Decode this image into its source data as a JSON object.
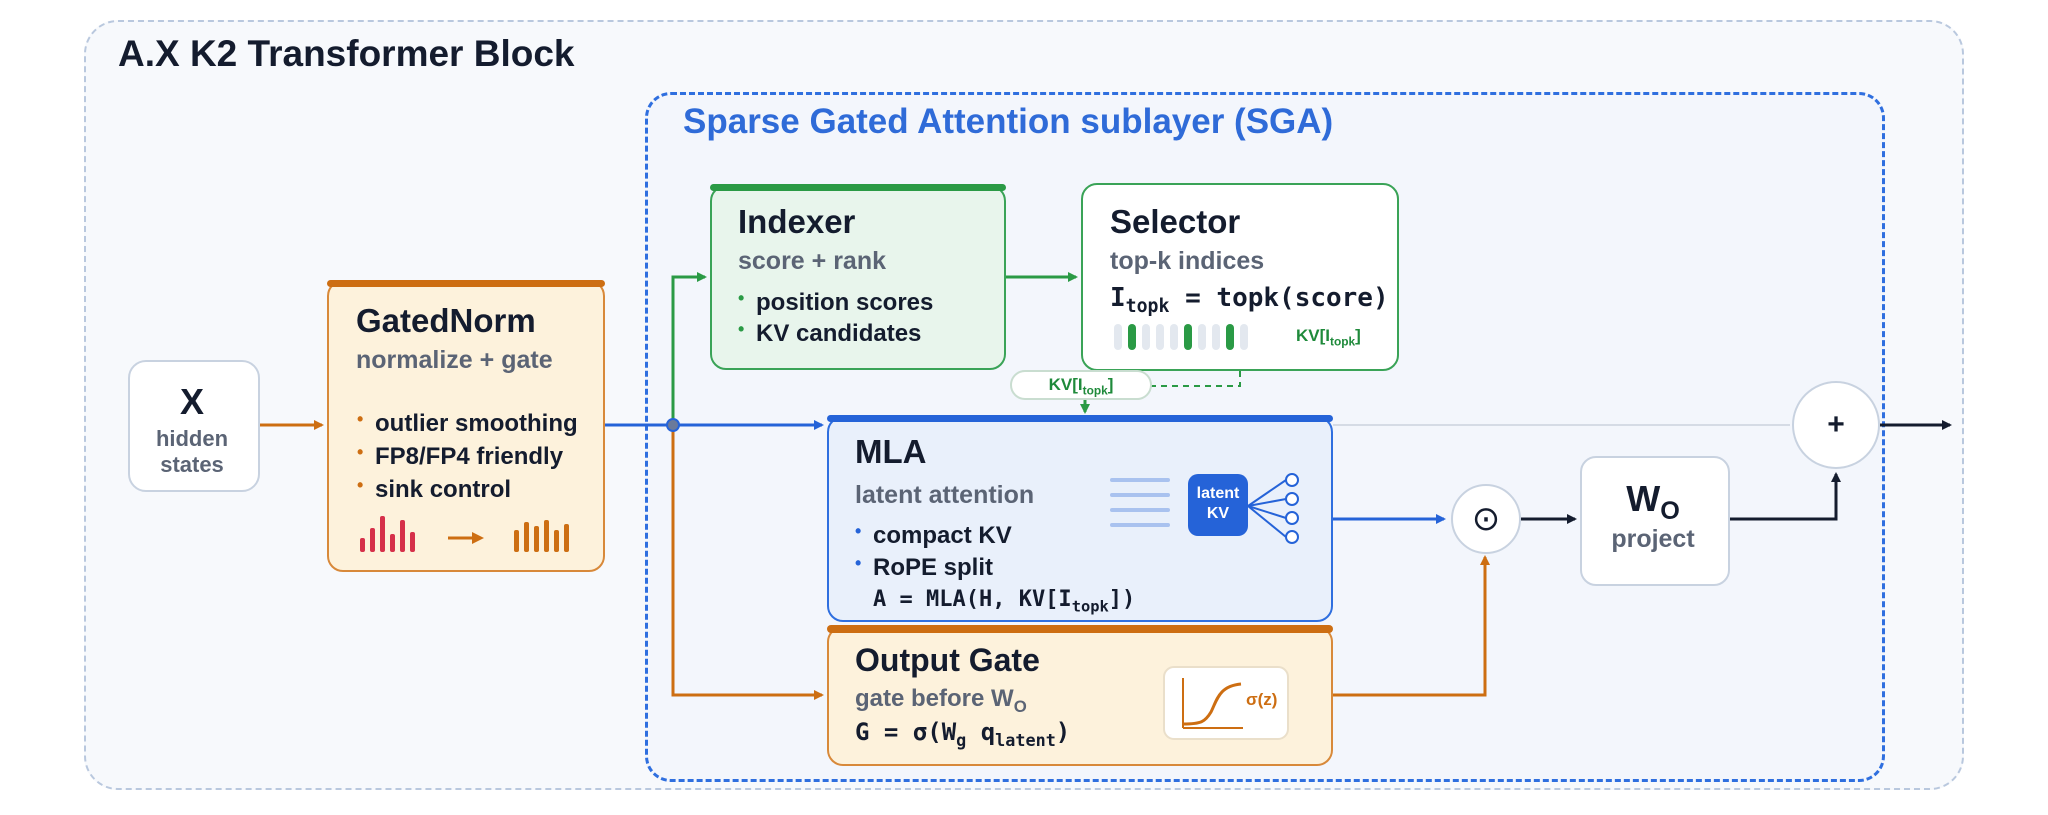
{
  "title": "A.X K2 Transformer Block",
  "sga_title": "Sparse Gated Attention sublayer (SGA)",
  "input": {
    "symbol": "X",
    "line1": "hidden",
    "line2": "states"
  },
  "gatednorm": {
    "title": "GatedNorm",
    "subtitle": "normalize + gate",
    "bullets": [
      "outlier smoothing",
      "FP8/FP4 friendly",
      "sink control"
    ],
    "arrow": "→"
  },
  "indexer": {
    "title": "Indexer",
    "subtitle": "score + rank",
    "bullets": [
      "position scores",
      "KV candidates"
    ]
  },
  "selector": {
    "title": "Selector",
    "subtitle": "top-k indices",
    "formula_lhs": "I",
    "formula_sub": "topk",
    "formula_rhs": " = topk(score)",
    "kv_label": "KV[I",
    "kv_sub": "topk",
    "kv_close": "]"
  },
  "kv_tag": {
    "label": "KV[I",
    "sub": "topk",
    "close": "]"
  },
  "mla": {
    "title": "MLA",
    "subtitle": "latent attention",
    "bullets": [
      "compact KV",
      "RoPE split"
    ],
    "formula_pre": "A = MLA(H, KV[I",
    "formula_sub": "topk",
    "formula_post": "])",
    "latent_line1": "latent",
    "latent_line2": "KV"
  },
  "output_gate": {
    "title": "Output Gate",
    "subtitle": "gate before W",
    "subtitle_sub": "O",
    "formula_pre": "G = σ(W",
    "formula_sub1": "g",
    "formula_mid": " q",
    "formula_sub2": "latent",
    "formula_post": ")",
    "sigma_label": "σ(z)"
  },
  "wo": {
    "symbol": "W",
    "symbol_sub": "O",
    "label": "project"
  },
  "ops": {
    "multiply": "⊙",
    "add": "+"
  },
  "colors": {
    "orange": "#cd6e12",
    "green": "#2a9a45",
    "blue": "#2563d8",
    "navy": "#141c2e",
    "gray_text": "#5b6475"
  }
}
